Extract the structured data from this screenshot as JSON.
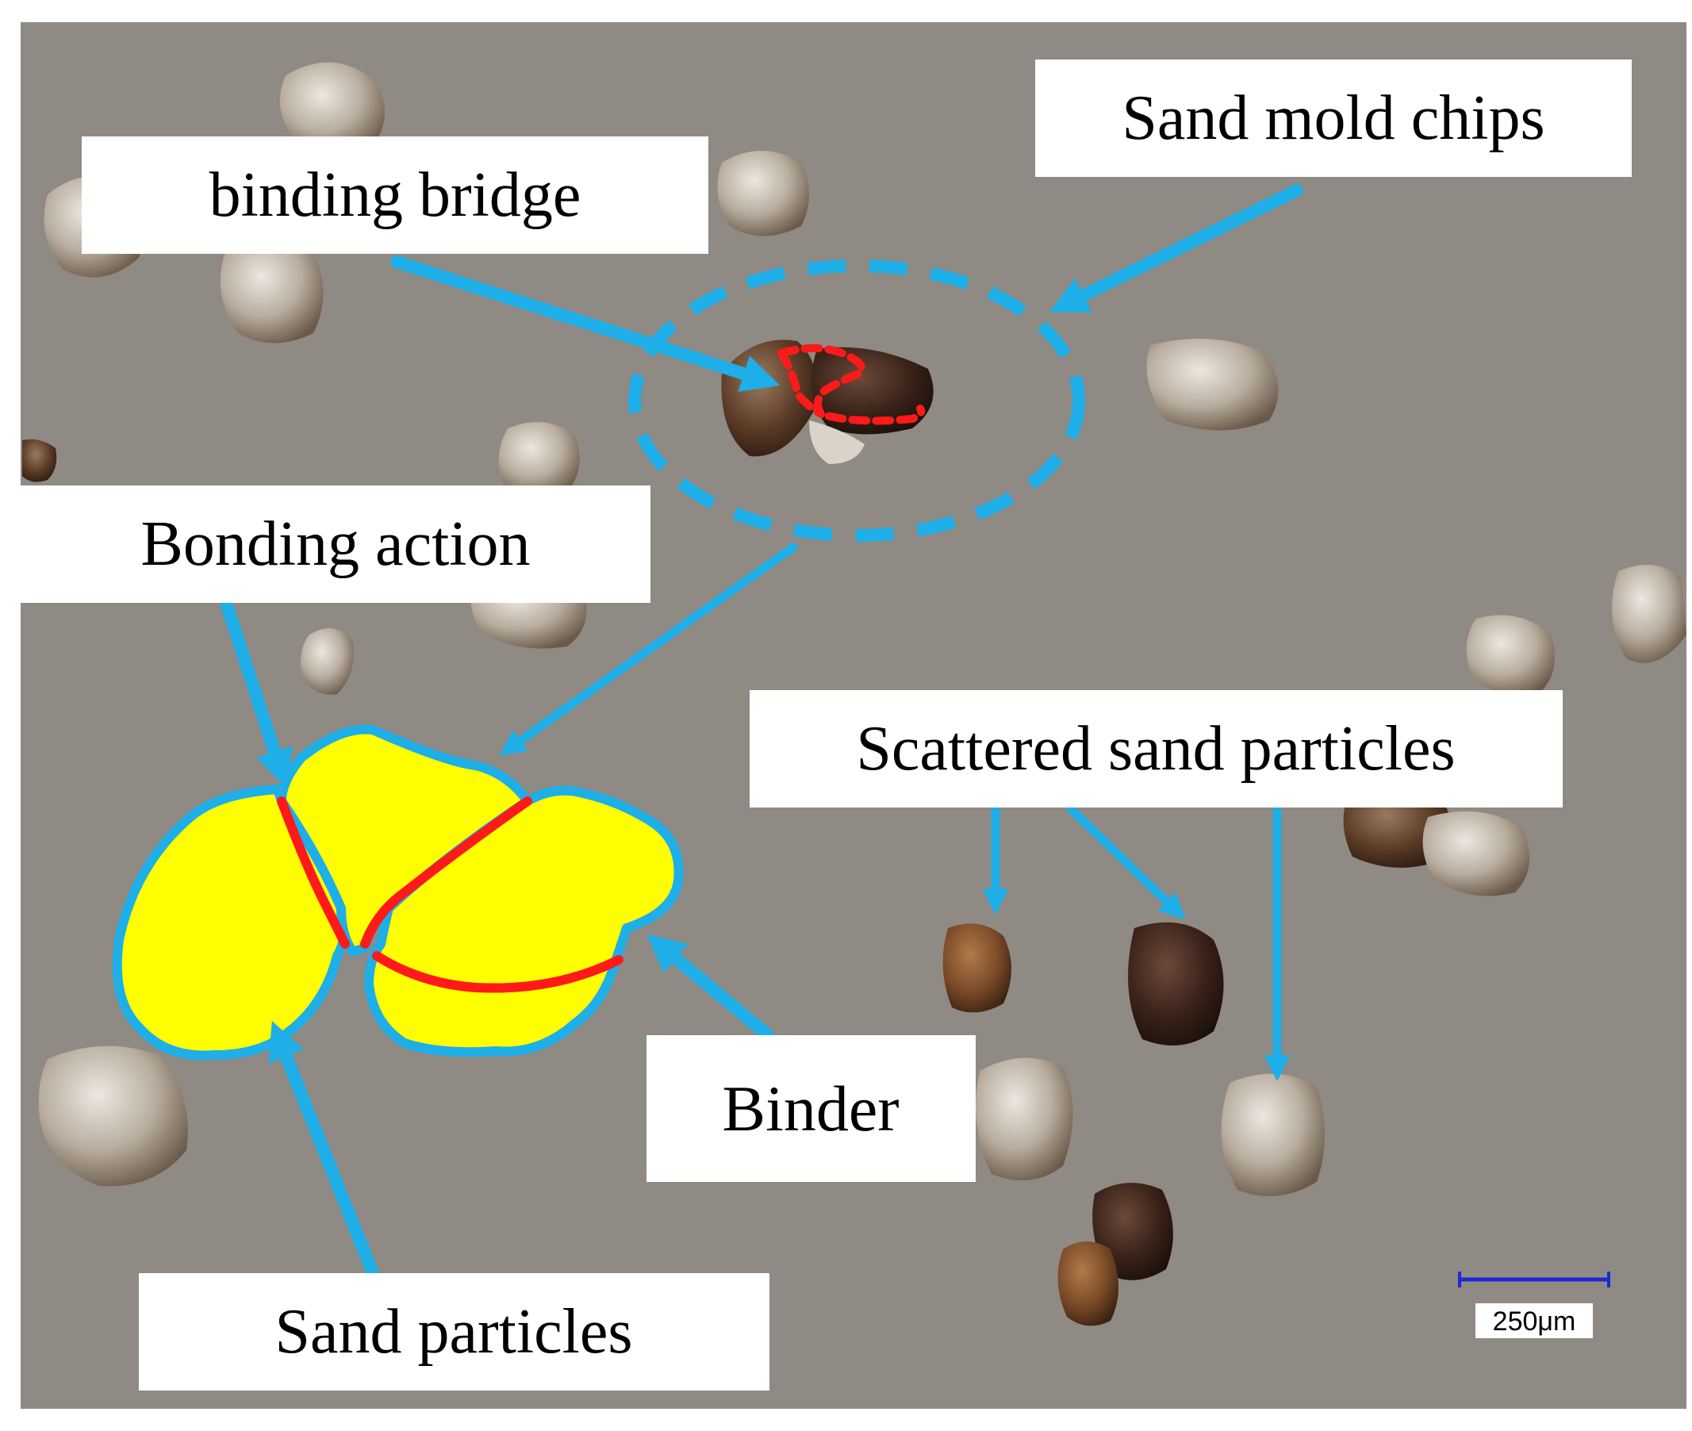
{
  "labels": {
    "binding_bridge": "binding bridge",
    "sand_mold_chips": "Sand mold chips",
    "bonding_action": "Bonding action",
    "scattered_sand_particles": "Scattered sand particles",
    "binder": "Binder",
    "sand_particles": "Sand particles"
  },
  "scale_bar": {
    "text": "250μm"
  },
  "colors": {
    "background": "#8f8a83",
    "arrow": "#1eaee8",
    "bridge_line": "#ff1a1a",
    "particle_fill": "#ffff00",
    "scale_bar": "#1a2ad6"
  }
}
